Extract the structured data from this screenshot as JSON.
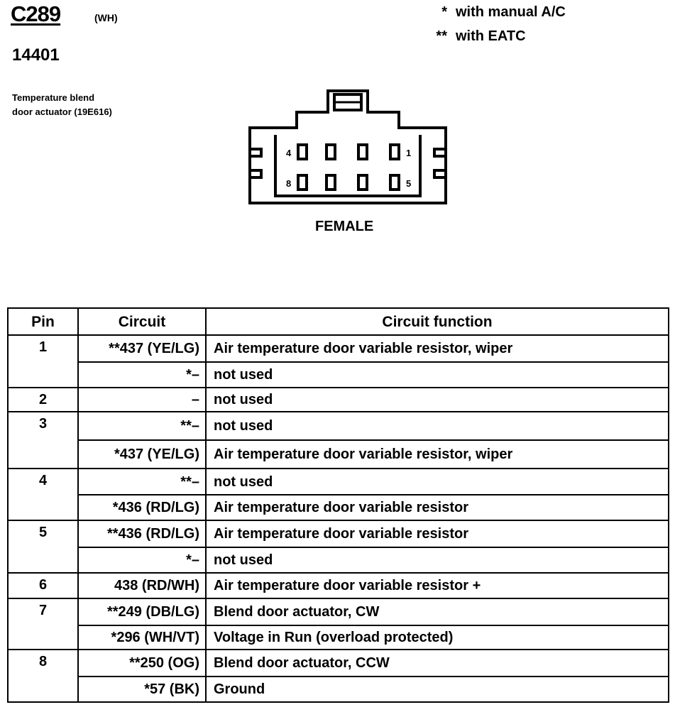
{
  "header": {
    "connector_id": "C289",
    "color_code": "(WH)",
    "part_number": "14401",
    "description_line1": "Temperature blend",
    "description_line2": "door actuator (19E616)"
  },
  "legend": [
    {
      "mark": "*",
      "text": "with manual A/C"
    },
    {
      "mark": "**",
      "text": "with EATC"
    }
  ],
  "diagram": {
    "labels": {
      "pin4": "4",
      "pin1": "1",
      "pin8": "8",
      "pin5": "5"
    },
    "gender": "FEMALE"
  },
  "table": {
    "headers": {
      "pin": "Pin",
      "circuit": "Circuit",
      "function": "Circuit function"
    },
    "groups": [
      {
        "pin": "1",
        "rows": [
          {
            "circuit": "**437 (YE/LG)",
            "function": "Air temperature door variable resistor, wiper"
          },
          {
            "circuit": "*–",
            "function": "not used"
          }
        ]
      },
      {
        "pin": "2",
        "rows": [
          {
            "circuit": "–",
            "function": "not used"
          }
        ]
      },
      {
        "pin": "3",
        "rows": [
          {
            "circuit": "**–",
            "function": "not used"
          },
          {
            "circuit": "*437 (YE/LG)",
            "function": "Air temperature door variable resistor, wiper"
          }
        ]
      },
      {
        "pin": "4",
        "rows": [
          {
            "circuit": "**–",
            "function": "not used"
          },
          {
            "circuit": "*436 (RD/LG)",
            "function": "Air temperature door variable resistor"
          }
        ]
      },
      {
        "pin": "5",
        "rows": [
          {
            "circuit": "**436 (RD/LG)",
            "function": "Air temperature door variable resistor"
          },
          {
            "circuit": "*–",
            "function": "not used"
          }
        ]
      },
      {
        "pin": "6",
        "rows": [
          {
            "circuit": "438 (RD/WH)",
            "function": "Air temperature door variable resistor +"
          }
        ]
      },
      {
        "pin": "7",
        "rows": [
          {
            "circuit": "**249 (DB/LG)",
            "function": "Blend door actuator, CW"
          },
          {
            "circuit": "*296 (WH/VT)",
            "function": "Voltage in Run (overload protected)"
          }
        ]
      },
      {
        "pin": "8",
        "rows": [
          {
            "circuit": "**250 (OG)",
            "function": "Blend door actuator, CCW"
          },
          {
            "circuit": "*57 (BK)",
            "function": "Ground"
          }
        ]
      }
    ]
  }
}
